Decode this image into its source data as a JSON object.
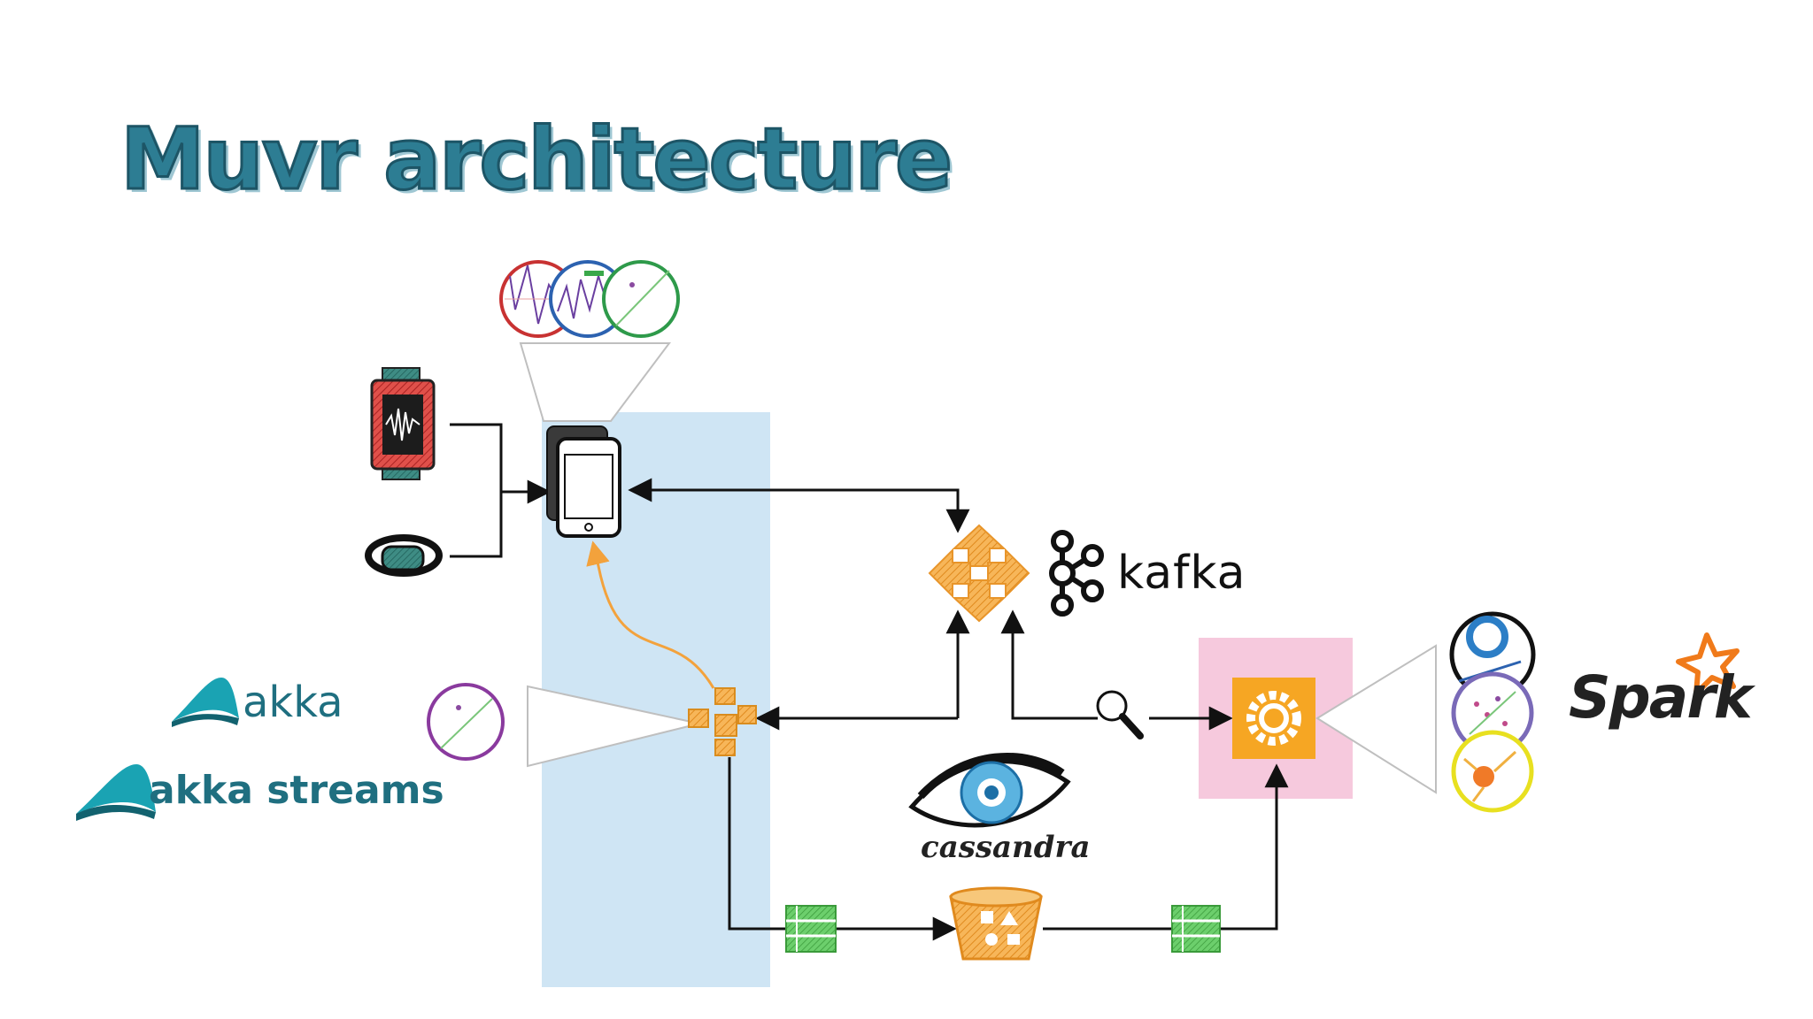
{
  "title": "Muvr architecture",
  "logos": {
    "kafka": "kafka",
    "cassandra": "cassandra",
    "spark": "Spark",
    "akka": "akka",
    "akka_streams": "akka streams"
  },
  "colors": {
    "title_fill": "#2d7d93",
    "mobile_panel": "#cfe5f4",
    "spark_panel": "#f6c9dd",
    "kafka_hub": "#f3a23c",
    "data_blocks": "#5cbf5c",
    "arrow_orange": "#f3a23c",
    "akka_teal": "#1f6f80"
  },
  "icons": [
    "pebble-watch-icon",
    "fitness-band-icon",
    "smartphone-icon",
    "chart-circle-red-icon",
    "chart-circle-blue-icon",
    "chart-circle-green-icon",
    "chart-circle-purple-icon",
    "stream-hub-icon",
    "kafka-hub-icon",
    "kafka-logo-icon",
    "magnifier-icon",
    "processor-gear-icon",
    "cassandra-eye-icon",
    "storage-bucket-icon",
    "data-block-icon",
    "spark-star-icon",
    "akka-logo-icon"
  ]
}
